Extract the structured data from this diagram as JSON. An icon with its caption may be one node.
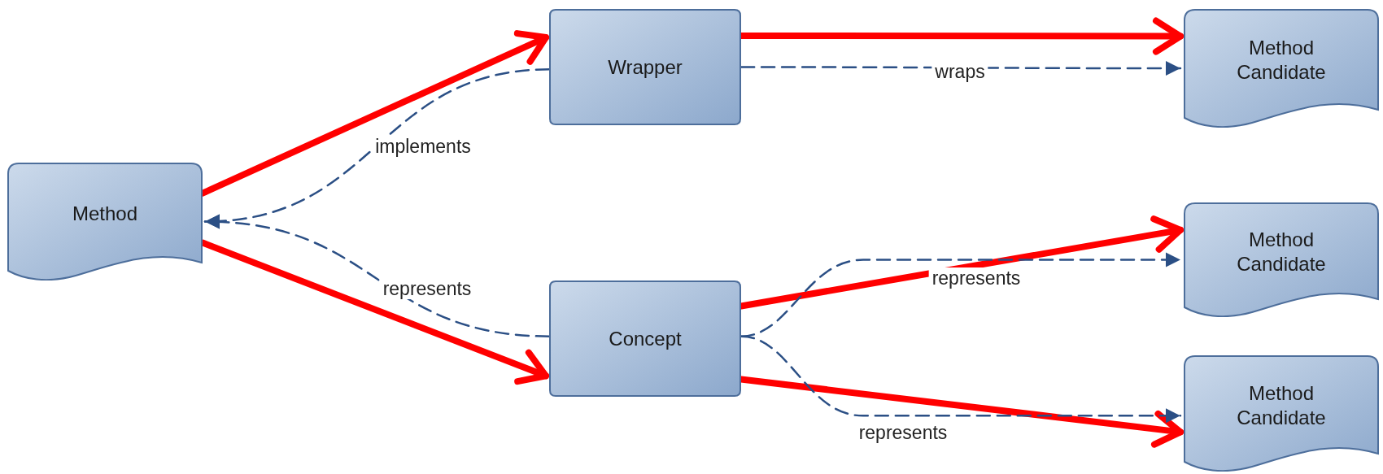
{
  "diagram": {
    "nodes": [
      {
        "text": [
          "Method"
        ]
      },
      {
        "text": [
          "Wrapper"
        ]
      },
      {
        "text": [
          "Concept"
        ]
      },
      {
        "text": [
          "Method Candidate"
        ]
      },
      {
        "text": [
          "Method Candidate"
        ]
      },
      {
        "text": [
          "Method Candidate"
        ]
      }
    ],
    "edges": [
      {
        "from": 0,
        "to": 1,
        "arrow": "to",
        "style": "thick",
        "color": "#ff0000"
      },
      {
        "from": 1,
        "to": 3,
        "arrow": "to",
        "style": "thick",
        "color": "#ff0000"
      },
      {
        "from": 0,
        "to": 2,
        "arrow": "to",
        "style": "thick",
        "color": "#ff0000"
      },
      {
        "from": 2,
        "to": 4,
        "arrow": "to",
        "style": "thick",
        "color": "#ff0000"
      },
      {
        "from": 2,
        "to": 5,
        "arrow": "to",
        "style": "thick",
        "color": "#ff0000"
      },
      {
        "from": 1,
        "to": 0,
        "arrow": "to",
        "label": "implements",
        "style": "dashed",
        "color": "#2b4f85"
      },
      {
        "from": 2,
        "to": 0,
        "arrow": "to",
        "label": "represents",
        "style": "dashed",
        "color": "#2b4f85"
      },
      {
        "from": 1,
        "to": 3,
        "arrow": "to",
        "label": "wraps",
        "style": "dashed",
        "color": "#2b4f85"
      },
      {
        "from": 2,
        "to": 4,
        "arrow": "to",
        "label": "represents",
        "style": "dashed",
        "color": "#2b4f85"
      },
      {
        "from": 2,
        "to": 5,
        "arrow": "to",
        "label": "represents",
        "style": "dashed",
        "color": "#2b4f85"
      }
    ]
  }
}
